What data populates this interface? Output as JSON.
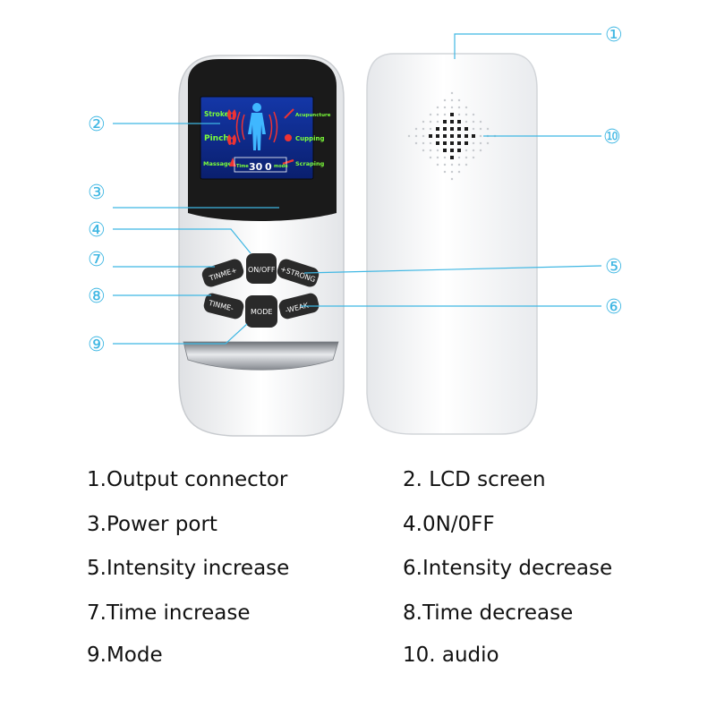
{
  "colors": {
    "callout": "#3fb7e3",
    "device_body": "#f2f3f5",
    "device_dark": "#222222",
    "screen_bg": "#0f2a8a",
    "button": "#2a2a2a",
    "chrome": "#9a9ea4"
  },
  "callouts": [
    "①",
    "②",
    "③",
    "④",
    "⑤",
    "⑥",
    "⑦",
    "⑧",
    "⑨",
    "⑩"
  ],
  "buttons": {
    "on_off": "ON/OFF",
    "timne_plus": "TINME+",
    "strong": "+STRONG",
    "timne_minus": "TINME-",
    "mode": "MODE",
    "weak": "-WEAK"
  },
  "lcd": {
    "stroke": "Stroke",
    "pinch": "Pinch",
    "massage": "Massage",
    "acupuncture": "Acupuncture",
    "cupping": "Cupping",
    "scraping": "Scraping",
    "time": "Time",
    "time_value": "30",
    "intensity_value": "0",
    "mode_label": "mode"
  },
  "legend": [
    "1.Output connector",
    "2.  LCD screen",
    "3.Power port",
    "4.0N/0FF",
    "5.Intensity increase",
    "6.Intensity decrease",
    "7.Time increase",
    "8.Time decrease",
    "9.Mode",
    "10. audio"
  ]
}
